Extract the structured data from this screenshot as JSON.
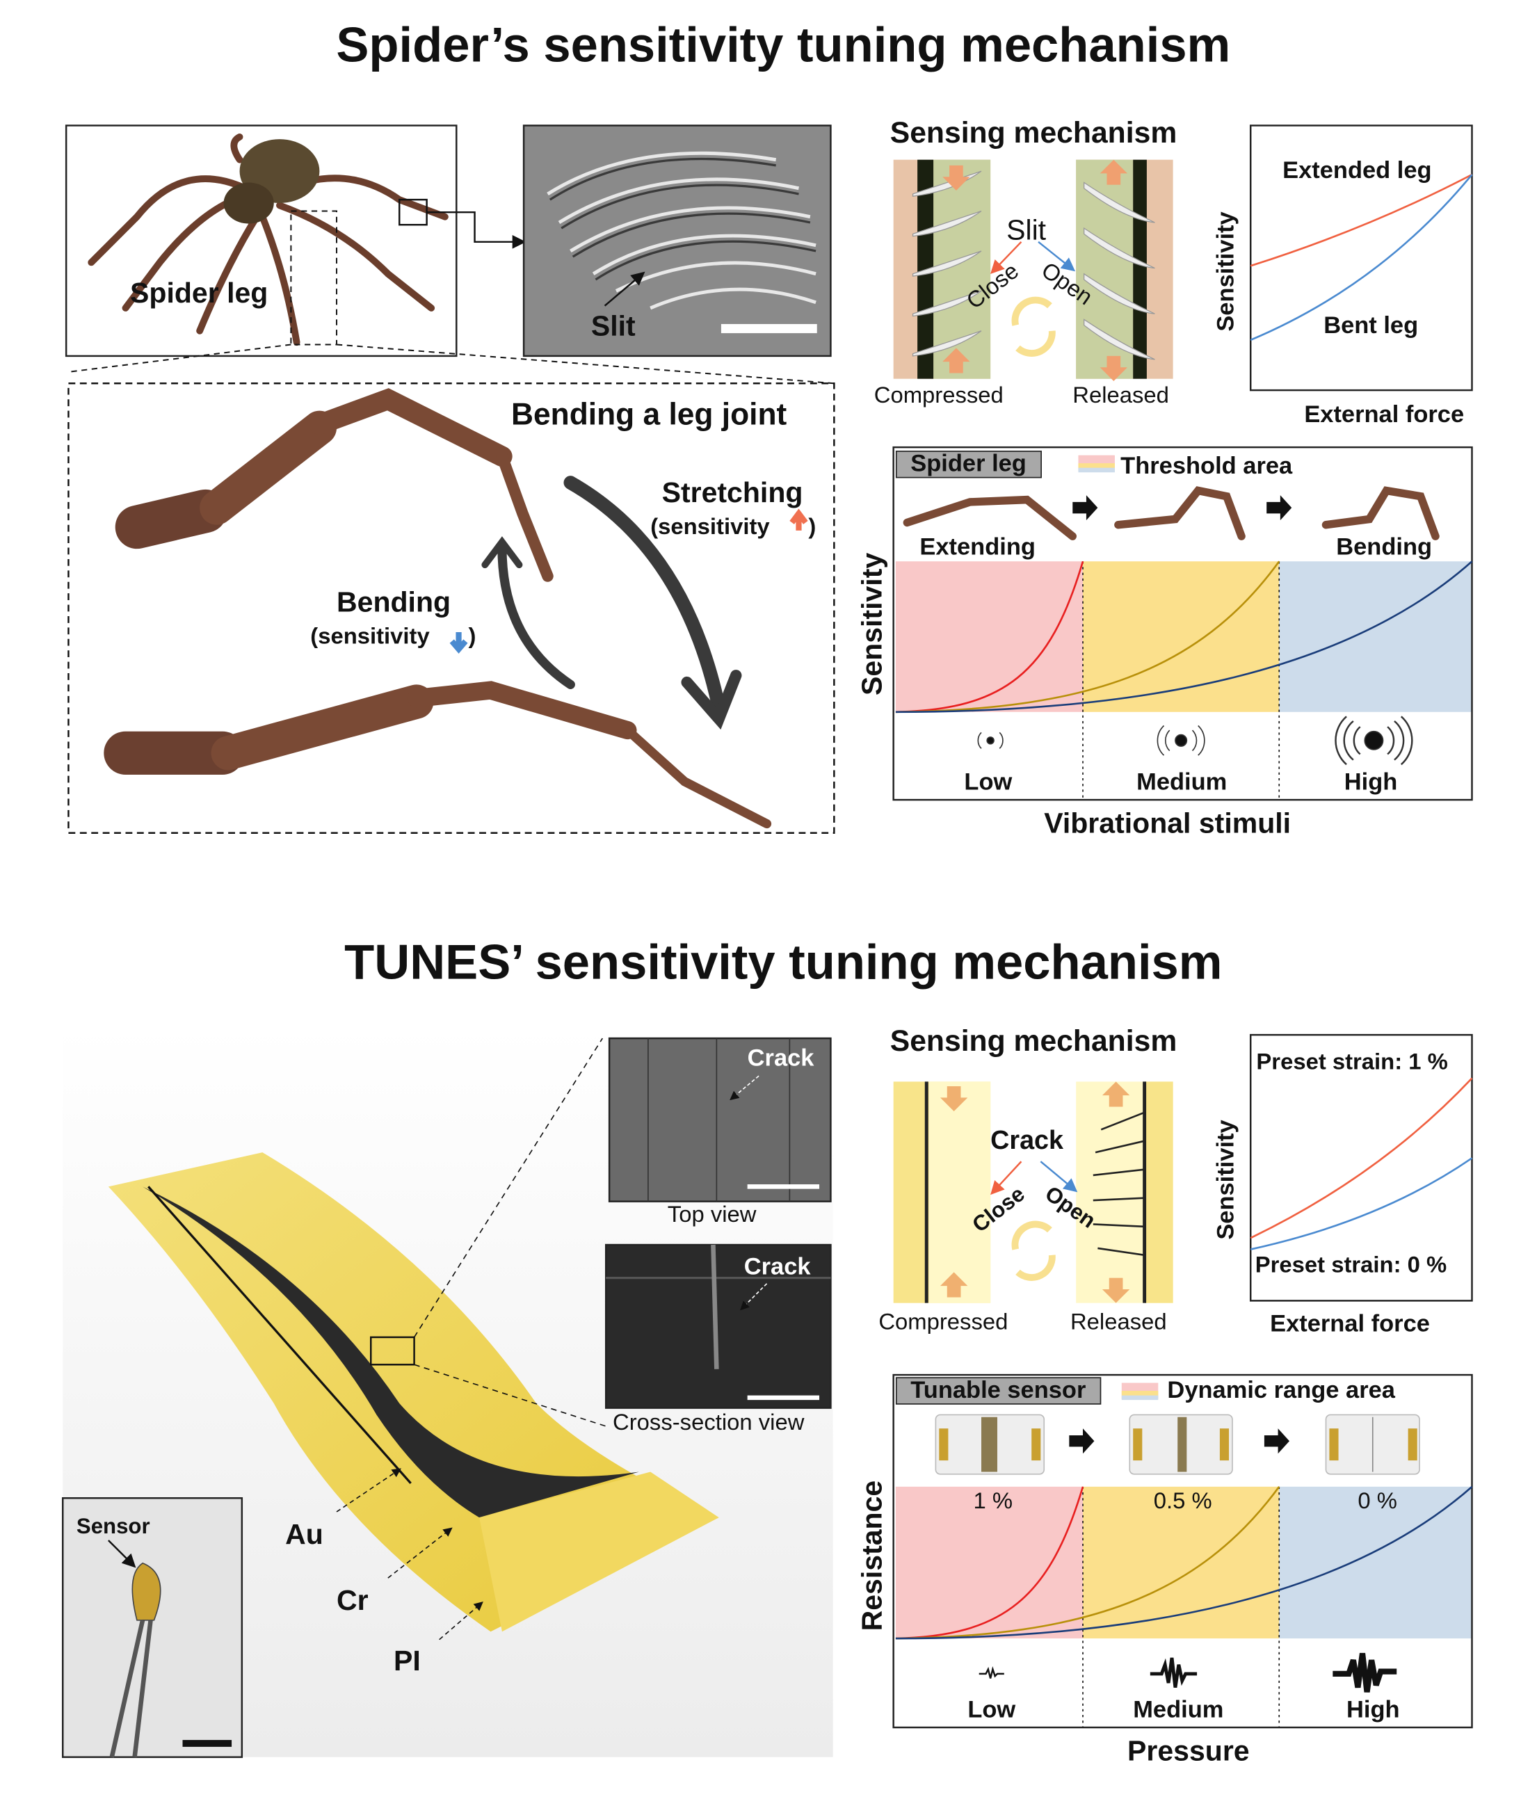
{
  "top": {
    "title": "Spider’s sensitivity tuning mechanism",
    "spider_leg_label": "Spider leg",
    "slit_label": "Slit",
    "joint_title": "Bending a leg joint",
    "stretching": "Stretching",
    "stretching_sub": "(sensitivity",
    "bending": "Bending",
    "bending_sub": "(sensitivity",
    "close_paren": ")",
    "sensing_title": "Sensing mechanism",
    "mech_slit": "Slit",
    "close": "Close",
    "open": "Open",
    "compressed": "Compressed",
    "released": "Released",
    "graph": {
      "ylabel": "Sensitivity",
      "xlabel": "External force",
      "curve1": "Extended leg",
      "curve2": "Bent leg"
    },
    "chart": {
      "tab": "Spider leg",
      "legend": "Threshold area",
      "stage1": "Extending",
      "stage2": "Bending",
      "ylabel": "Sensitivity",
      "xlabel": "Vibrational stimuli",
      "levels": [
        "Low",
        "Medium",
        "High"
      ]
    }
  },
  "bottom": {
    "title": "TUNES’ sensitivity tuning mechanism",
    "crack_top": "Crack",
    "top_view": "Top view",
    "crack_cross": "Crack",
    "cross_view": "Cross-section view",
    "sensor": "Sensor",
    "layers": [
      "Au",
      "Cr",
      "PI"
    ],
    "sensing_title": "Sensing mechanism",
    "mech_crack": "Crack",
    "close": "Close",
    "open": "Open",
    "compressed": "Compressed",
    "released": "Released",
    "graph": {
      "ylabel": "Sensitivity",
      "xlabel": "External force",
      "curve1": "Preset strain: 1 %",
      "curve2": "Preset strain: 0 %"
    },
    "chart": {
      "tab": "Tunable sensor",
      "legend": "Dynamic range area",
      "strains": [
        "1 %",
        "0.5 %",
        "0 %"
      ],
      "ylabel": "Resistance",
      "xlabel": "Pressure",
      "levels": [
        "Low",
        "Medium",
        "High"
      ]
    }
  },
  "colors": {
    "red_zone": "#f9c8c8",
    "yellow_zone": "#fbe08c",
    "blue_zone": "#cddceb",
    "red_curve": "#e82020",
    "gold_curve": "#b8900a",
    "blue_curve": "#1a3d7a",
    "leg": "#7a4a35"
  }
}
